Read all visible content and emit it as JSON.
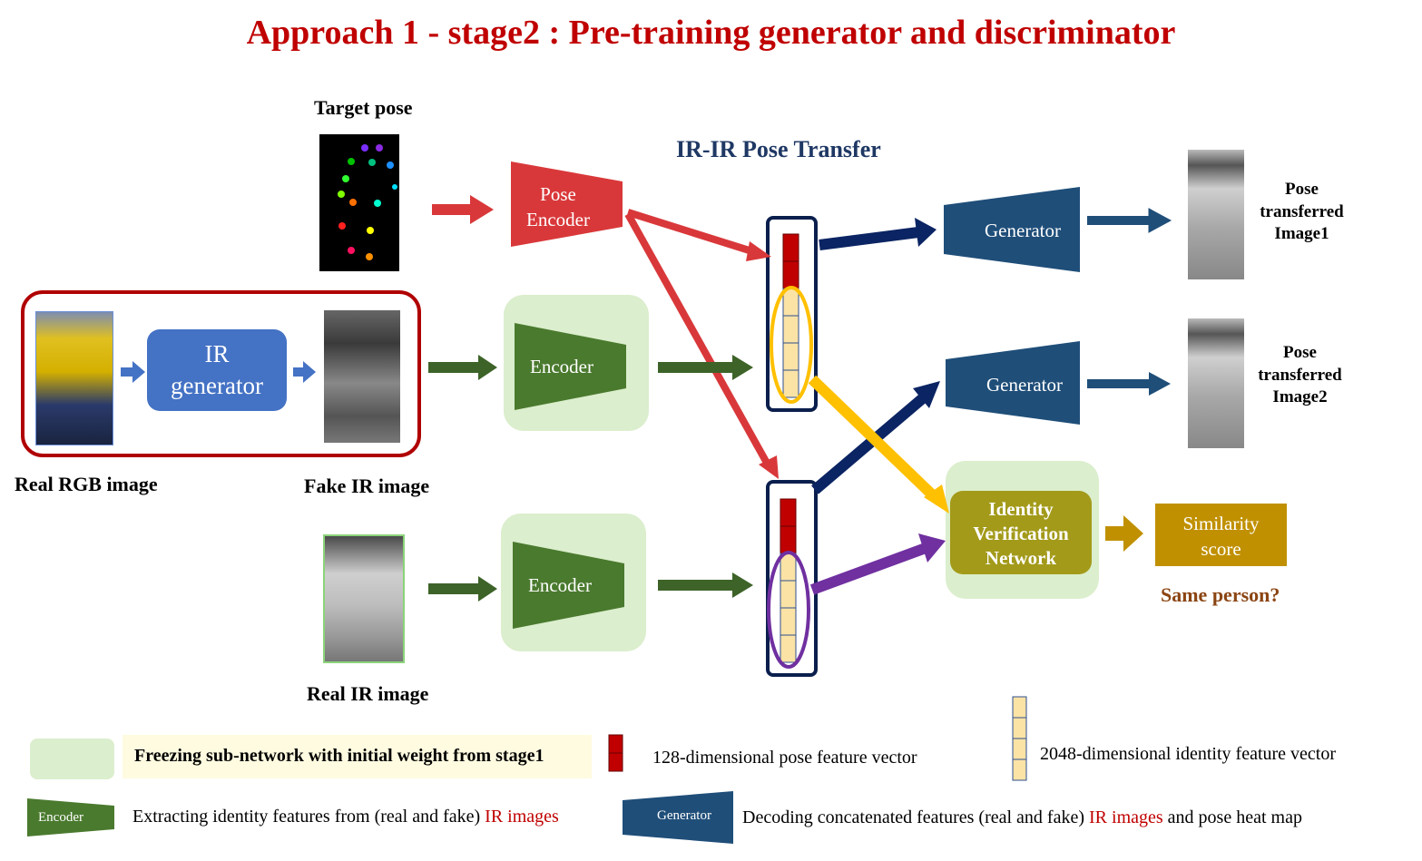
{
  "title": "Approach 1 - stage2 : Pre-training generator and discriminator",
  "subtitle": "IR-IR Pose Transfer",
  "labels": {
    "target_pose": "Target pose",
    "real_rgb": "Real RGB image",
    "fake_ir": "Fake IR image",
    "real_ir": "Real IR image"
  },
  "blocks": {
    "pose_encoder_1": "Pose",
    "pose_encoder_2": "Encoder",
    "ir_generator_1": "IR",
    "ir_generator_2": "generator",
    "encoder": "Encoder",
    "generator": "Generator",
    "identity_1": "Identity",
    "identity_2": "Verification",
    "identity_3": "Network",
    "similarity_1": "Similarity",
    "similarity_2": "score"
  },
  "outputs": {
    "img1_l1": "Pose",
    "img1_l2": "transferred",
    "img1_l3": "Image1",
    "img2_l1": "Pose",
    "img2_l2": "transferred",
    "img2_l3": "Image2",
    "same_person": "Same person?"
  },
  "legend": {
    "freezing": "Freezing sub-network with initial weight from stage1",
    "pose_vec": "128-dimensional pose feature vector",
    "identity_vec": "2048-dimensional identity feature vector",
    "encoder_tag": "Encoder",
    "encoder_desc_1": "Extracting identity features  from (real and fake) ",
    "encoder_desc_2": "IR images",
    "generator_tag": "Generator",
    "generator_desc_1": "Decoding concatenated features (real and fake) ",
    "generator_desc_2": "IR images",
    "generator_desc_3": " and pose heat map"
  },
  "colors": {
    "title": "#c00000",
    "subtitle": "#1f3864",
    "pose_encoder": "#d9383a",
    "ir_generator": "#4472c4",
    "encoder": "#4a7a2e",
    "freeze_bg": "#dbeecd",
    "generator": "#1f4e79",
    "navy_arrow": "#0b2463",
    "yellow_arrow": "#ffc000",
    "purple_arrow": "#7030a0",
    "identity": "#a39a1a",
    "similarity": "#c09000",
    "same_person": "#8b4513"
  }
}
